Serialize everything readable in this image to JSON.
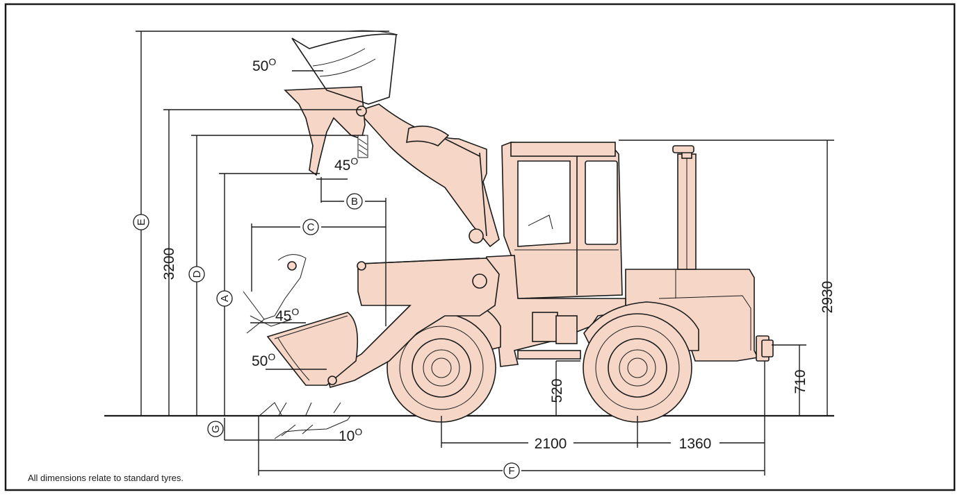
{
  "diagram": {
    "footnote": "All dimensions relate to standard tyres.",
    "dimension_values": {
      "height_3200": "3200",
      "height_2930": "2930",
      "wheelbase": "2100",
      "rear_overhang": "1360",
      "ground_clearance": "520",
      "coupling_height": "710"
    },
    "angles": {
      "top_bucket": "50",
      "raised_dump": "45",
      "mid_dump": "45",
      "carry": "50",
      "dig": "10"
    },
    "angle_unit": "O",
    "letter_labels": {
      "A": "A",
      "B": "B",
      "C": "C",
      "D": "D",
      "E": "E",
      "F": "F",
      "G": "G"
    }
  }
}
